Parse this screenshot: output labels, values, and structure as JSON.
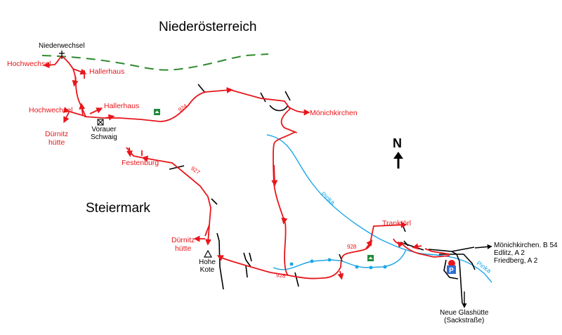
{
  "regions": {
    "north": "Niederösterreich",
    "south": "Steiermark"
  },
  "places": {
    "niederwechsel": "Niederwechsel",
    "hochwechsel_top": "Hochwechsel",
    "hallerhaus_top": "Hallerhaus",
    "hochwechsel_mid": "Hochwechsel",
    "hallerhaus_mid": "Hallerhaus",
    "duernitzhuette_nw": [
      "Dürnitz",
      "hütte"
    ],
    "vorauer_schwaig": [
      "Vorauer",
      "Schwaig"
    ],
    "festenburg": "Festenburg",
    "moenichkirchen": "Mönichkirchen",
    "duernitzhuette_s": [
      "Dürnitz",
      "hütte"
    ],
    "hohe_kote": [
      "Hohe",
      "Kote"
    ],
    "trankoerl": "Tranktörl",
    "neue_glashuette": [
      "Neue Glashütte",
      "(Sackstraße)"
    ]
  },
  "exits": [
    "Mönichkirchen. B 54",
    "Edlitz, A 2",
    "Friedberg, A 2"
  ],
  "route_numbers": {
    "r924": "924",
    "r927": "927",
    "r928a": "928",
    "r928b": "928"
  },
  "rivers": {
    "pinka_1": "Pinka",
    "pinka_2": "Pinka"
  },
  "north_arrow": "N",
  "icons": {
    "parking": "P",
    "summit": "summit-triangle-icon",
    "cross": "summit-cross-icon",
    "hut": "hut-icon",
    "shelter": "shelter-icon"
  },
  "colors": {
    "trail": "#e8161b",
    "road": "#000000",
    "river": "#1aa6e8",
    "border": "#2e8b2e",
    "parking": "#2f6fd6",
    "hut": "#1f8a3b"
  }
}
